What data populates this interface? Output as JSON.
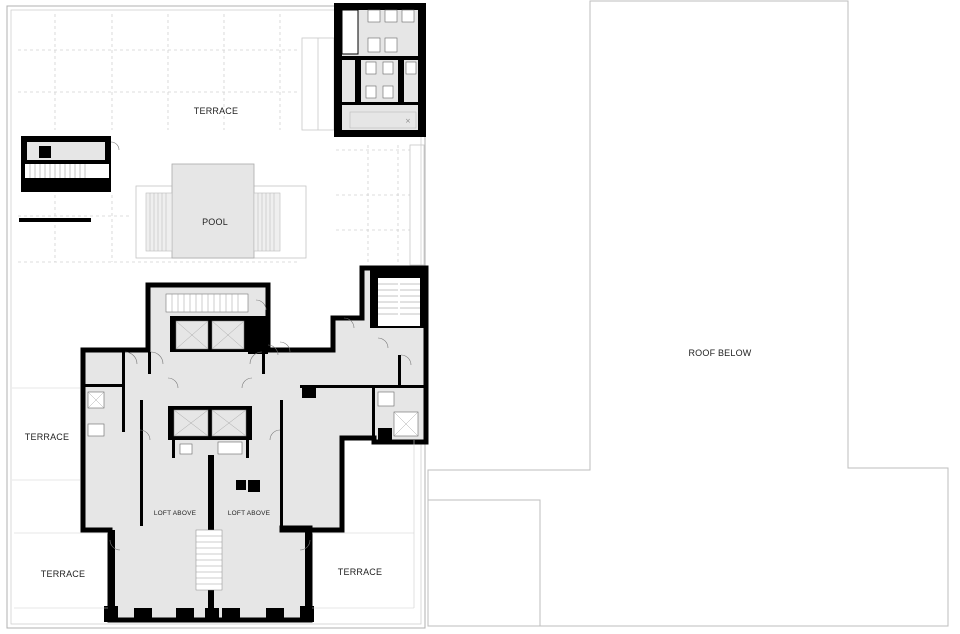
{
  "labels": {
    "terrace_top": "TERRACE",
    "pool": "POOL",
    "roof_below": "ROOF BELOW",
    "terrace_left": "TERRACE",
    "terrace_bottom_left": "TERRACE",
    "terrace_bottom_right": "TERRACE",
    "loft_above_left": "LOFT ABOVE",
    "loft_above_right": "LOFT ABOVE"
  },
  "colors": {
    "wall": "#000000",
    "interior": "#e6e6e6",
    "line": "#b5b5b5",
    "background": "#ffffff"
  }
}
